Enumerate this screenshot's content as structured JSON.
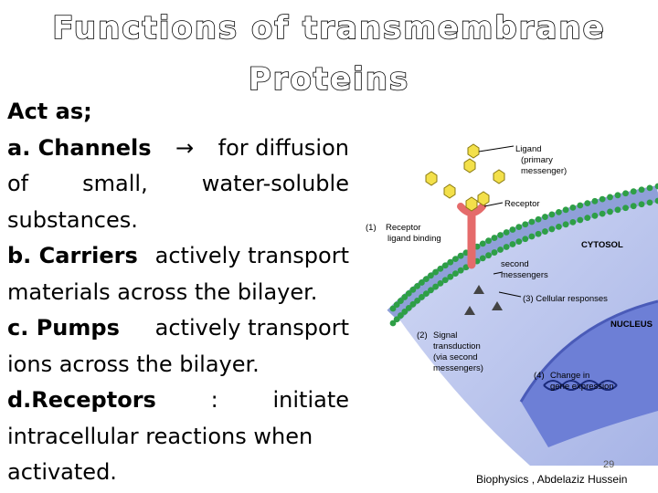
{
  "slide": {
    "title_line1": "Functions of transmembrane",
    "title_line2": "Proteins",
    "intro": "Act as;",
    "channels_label": "a. Channels",
    "channels_arrow": "→",
    "channels_text_1": "for diffusion",
    "channels_line2": [
      "of",
      "small,",
      "water-soluble"
    ],
    "channels_line3": "substances.",
    "carriers_label": "b. Carriers",
    "carriers_text_1": "actively transport",
    "carriers_line2": "materials across the bilayer.",
    "pumps_label": "c. Pumps",
    "pumps_text_1": "actively transport",
    "pumps_line2": "ions across the bilayer.",
    "receptors_label": "d.Receptors",
    "receptors_colon": ":",
    "receptors_text_1": "initiate",
    "receptors_line2": "intracellular reactions when",
    "receptors_line3": "activated.",
    "page_number": "29",
    "footer": "Biophysics , Abdelaziz Hussein"
  },
  "figure": {
    "ligand": "Ligand",
    "ligand_sub1": "(primary",
    "ligand_sub2": "messenger)",
    "receptor": "Receptor",
    "step1_num": "(1)",
    "step1_a": "Receptor",
    "step1_b": "ligand binding",
    "cytosol": "CYTOSOL",
    "second_a": "second",
    "second_b": "messengers",
    "step3": "(3) Cellular responses",
    "nucleus": "NUCLEUS",
    "step2_num": "(2)",
    "step2_a": "Signal",
    "step2_b": "transduction",
    "step2_c": "(via second",
    "step2_d": "messengers)",
    "step4_num": "(4)",
    "step4_a": "Change in",
    "step4_b": "gene expression",
    "colors": {
      "membrane_head": "#2e9f46",
      "cytosol": "#b9c4ec",
      "nucleus": "#6d7fd6",
      "receptor": "#e56b6b",
      "ligand": "#f3e04a"
    }
  }
}
